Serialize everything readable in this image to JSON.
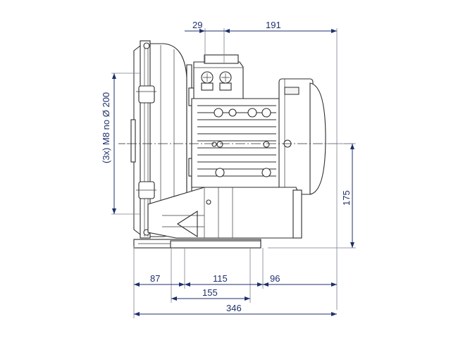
{
  "drawing": {
    "dimensions": {
      "top_short": "29",
      "top_long": "191",
      "left_vertical": "(3x) M8 no Ø 200",
      "right_vertical": "175",
      "bottom_left": "87",
      "bottom_middle": "115",
      "bottom_right": "96",
      "bottom_inner": "155",
      "bottom_total": "346"
    }
  }
}
